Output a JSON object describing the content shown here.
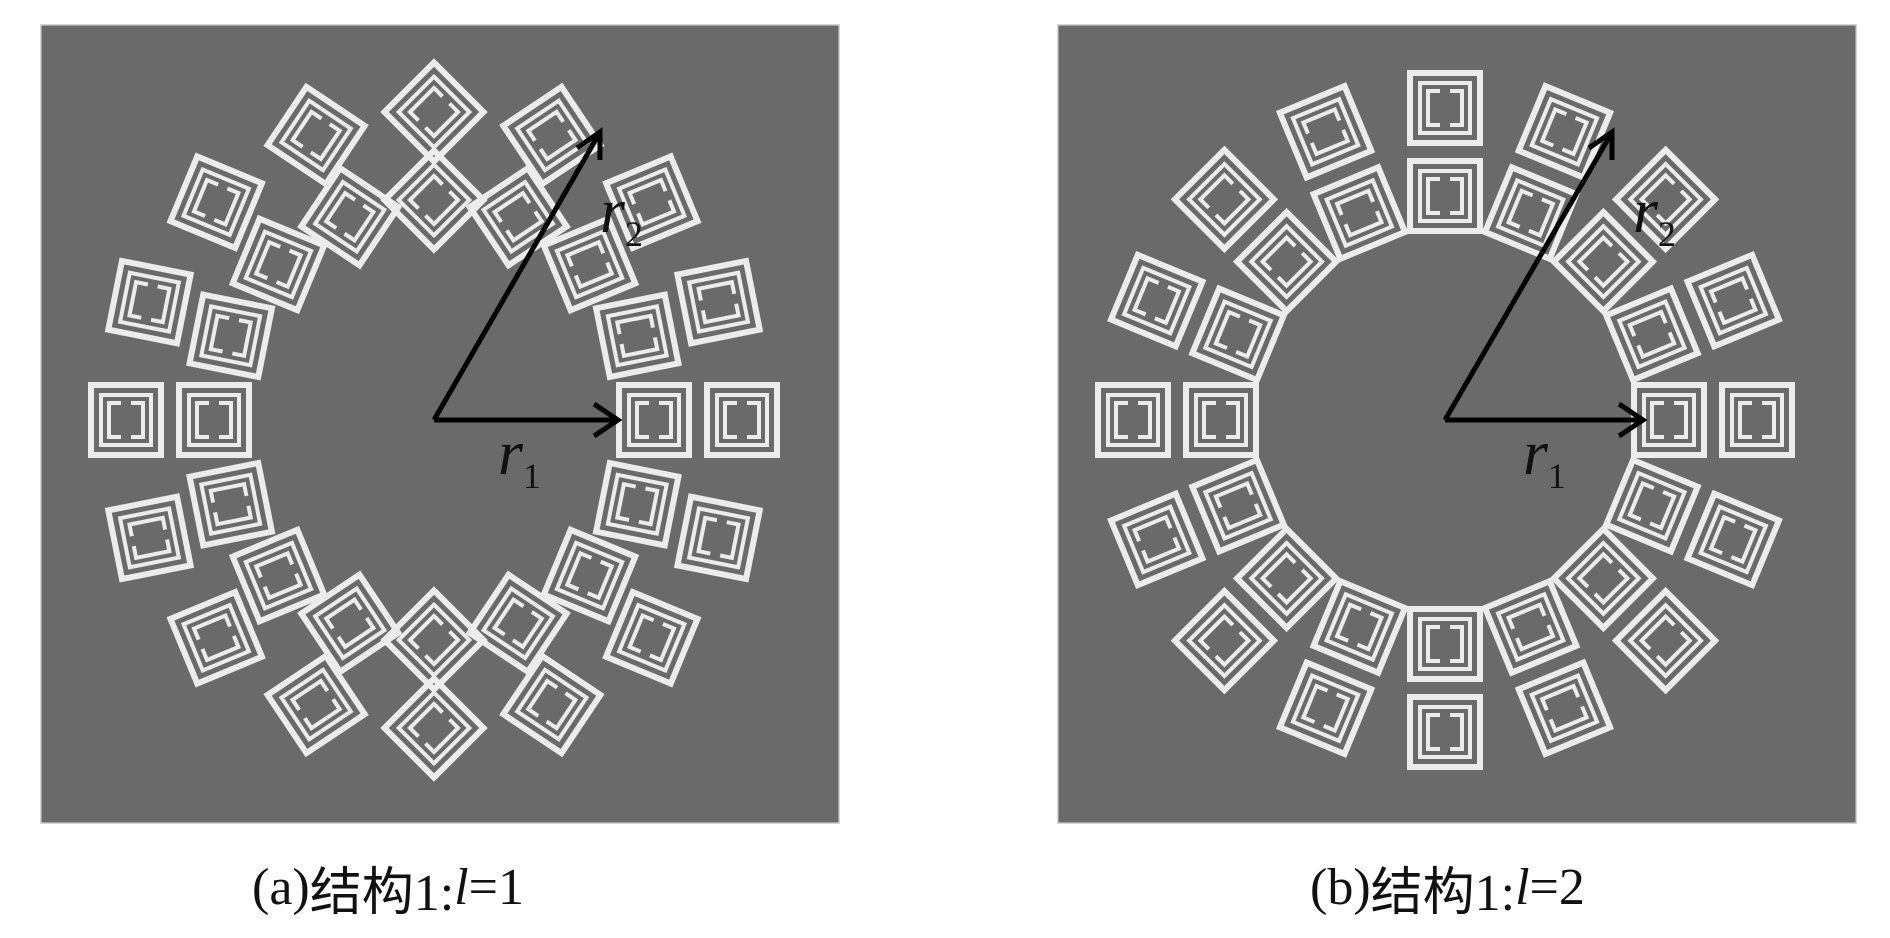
{
  "panels": [
    {
      "id": "a",
      "caption": {
        "prefix": "(a) ",
        "structure": "结构1:",
        "var": "l",
        "eq": "=1"
      },
      "r1": {
        "symbol": "r",
        "sub": "1"
      },
      "r2": {
        "symbol": "r",
        "sub": "2"
      }
    },
    {
      "id": "b",
      "caption": {
        "prefix": "(b) ",
        "structure": "结构1:",
        "var": "l",
        "eq": "=2"
      },
      "r1": {
        "symbol": "r",
        "sub": "1"
      },
      "r2": {
        "symbol": "r",
        "sub": "2"
      }
    }
  ],
  "style": {
    "substrate_color": "#6a6a6a",
    "substrate_border": "#d6d6d6",
    "ring_color": "#ececec",
    "arrow_color": "#000000"
  }
}
